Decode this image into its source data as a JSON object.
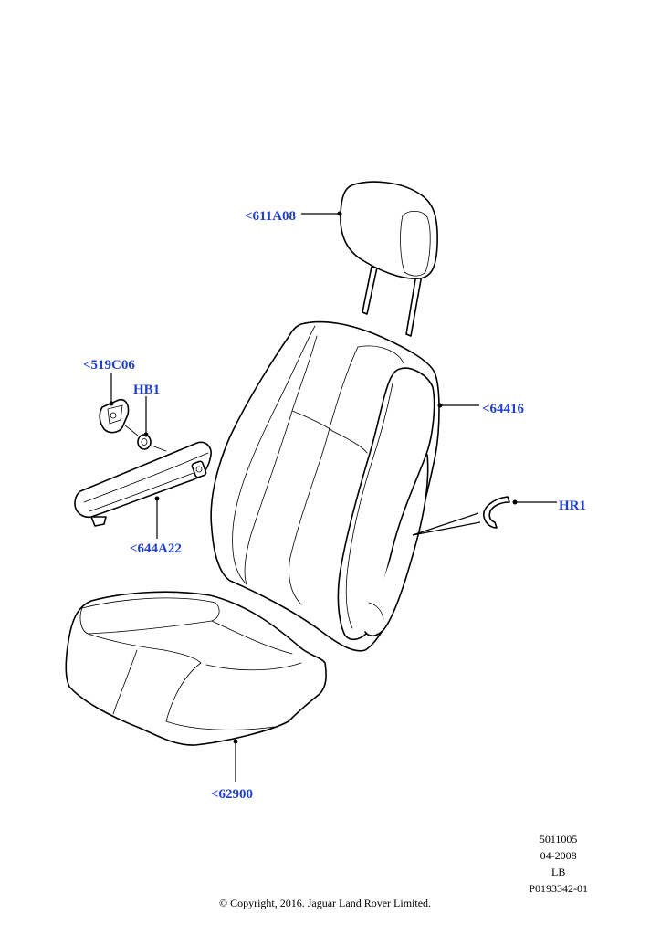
{
  "callouts": {
    "headrest": "<611A08",
    "backrest": "<64416",
    "hinge_cover": "<519C06",
    "hb1": "HB1",
    "hr1": "HR1",
    "armrest": "<644A22",
    "cushion": "<62900"
  },
  "meta": {
    "line1": "5011005",
    "line2": "04-2008",
    "line3": "LB",
    "line4": "P0193342-01"
  },
  "copyright": "© Copyright, 2016. Jaguar Land Rover Limited.",
  "colors": {
    "callout_text": "#1f3fd0",
    "line": "#000000",
    "background": "#ffffff"
  }
}
